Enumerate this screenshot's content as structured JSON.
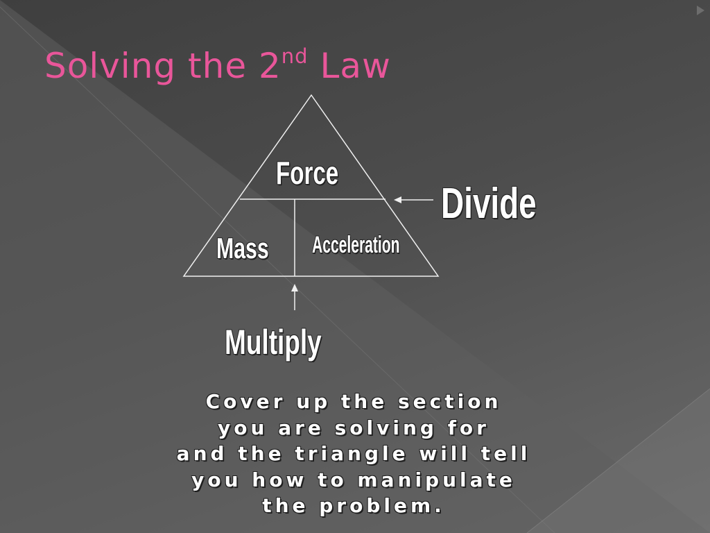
{
  "slide": {
    "title_main": "Solving the 2",
    "title_sup": "nd",
    "title_end": " Law"
  },
  "diagram": {
    "top_section": "Force",
    "bottom_left_section": "Mass",
    "bottom_right_section": "Acceleration",
    "divide_label": "Divide",
    "multiply_label": "Multiply"
  },
  "note": {
    "lines": [
      "Cover up the section",
      "you are solving for",
      "and the triangle will tell",
      "you how to manipulate",
      "the problem."
    ]
  }
}
